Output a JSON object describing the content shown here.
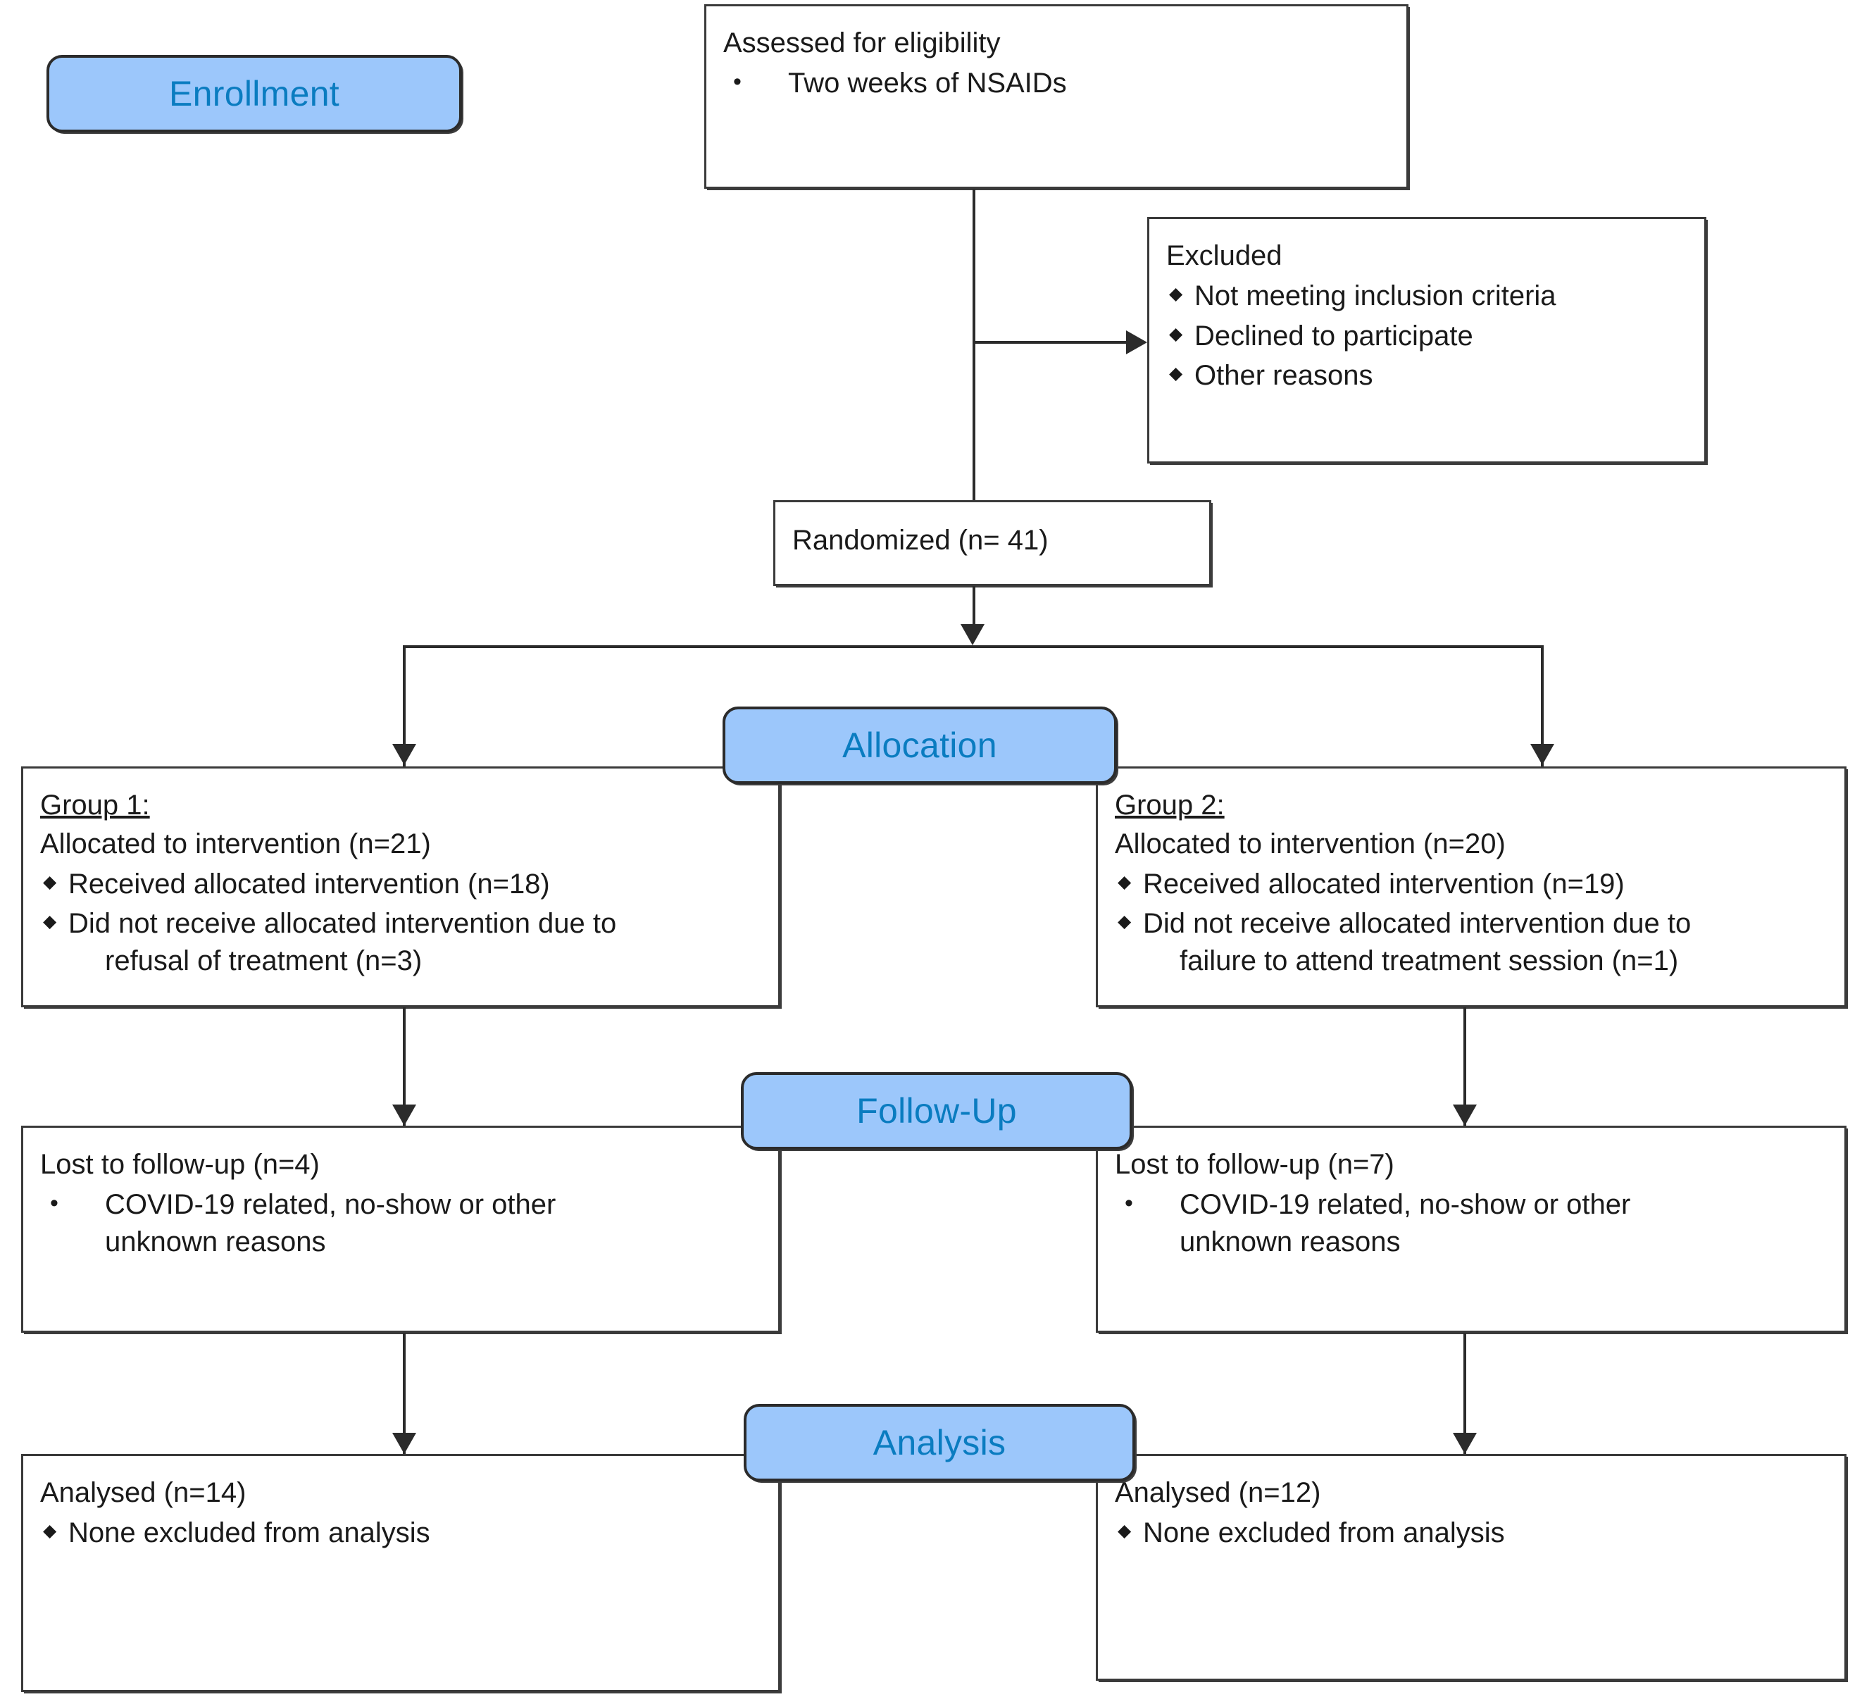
{
  "diagram": {
    "type": "CONSORT participant flow diagram",
    "stages": [
      {
        "key": "enrollment",
        "label": "Enrollment"
      },
      {
        "key": "allocation",
        "label": "Allocation"
      },
      {
        "key": "followup",
        "label": "Follow-Up"
      },
      {
        "key": "analysis",
        "label": "Analysis"
      }
    ],
    "assessed": {
      "title": "Assessed for eligibility",
      "bullets": [
        "Two weeks of NSAIDs"
      ]
    },
    "excluded": {
      "title": "Excluded",
      "bullets": [
        "Not meeting inclusion criteria",
        "Declined to participate",
        "Other reasons"
      ]
    },
    "randomized": {
      "title": "Randomized (n= 41)",
      "n": 41
    },
    "group1": {
      "heading": "Group 1:",
      "title": "Allocated to intervention (n=21)",
      "n_allocated": 21,
      "bullets": [
        {
          "line1": "Received allocated intervention (n=18)",
          "line2": ""
        },
        {
          "line1": "Did not receive allocated intervention due to",
          "line2": "refusal of treatment (n=3)"
        }
      ],
      "n_received": 18,
      "n_not_received": 3
    },
    "group2": {
      "heading": "Group 2:",
      "title": "Allocated to intervention (n=20)",
      "n_allocated": 20,
      "bullets": [
        {
          "line1": "Received allocated intervention (n=19)",
          "line2": ""
        },
        {
          "line1": "Did not receive allocated intervention due to",
          "line2": "failure to attend treatment session (n=1)"
        }
      ],
      "n_received": 19,
      "n_not_received": 1
    },
    "followup_left": {
      "title": "Lost to follow-up (n=4)",
      "n": 4,
      "bullet_line1": "COVID-19 related, no-show or other",
      "bullet_line2": "unknown reasons"
    },
    "followup_right": {
      "title": "Lost to follow-up (n=7)",
      "n": 7,
      "bullet_line1": "COVID-19 related, no-show or other",
      "bullet_line2": "unknown reasons"
    },
    "analysis_left": {
      "title": "Analysed (n=14)",
      "n": 14,
      "bullets": [
        "None excluded from analysis"
      ]
    },
    "analysis_right": {
      "title": "Analysed (n=12)",
      "n": 12,
      "bullets": [
        "None excluded from analysis"
      ]
    },
    "colors": {
      "badge_fill": "#9cc7fb",
      "badge_text": "#0a7cc0",
      "badge_border": "#2b2b2b",
      "box_border": "#3a3a3a",
      "page_background": "#ffffff",
      "body_text": "#1a1a1a"
    }
  }
}
